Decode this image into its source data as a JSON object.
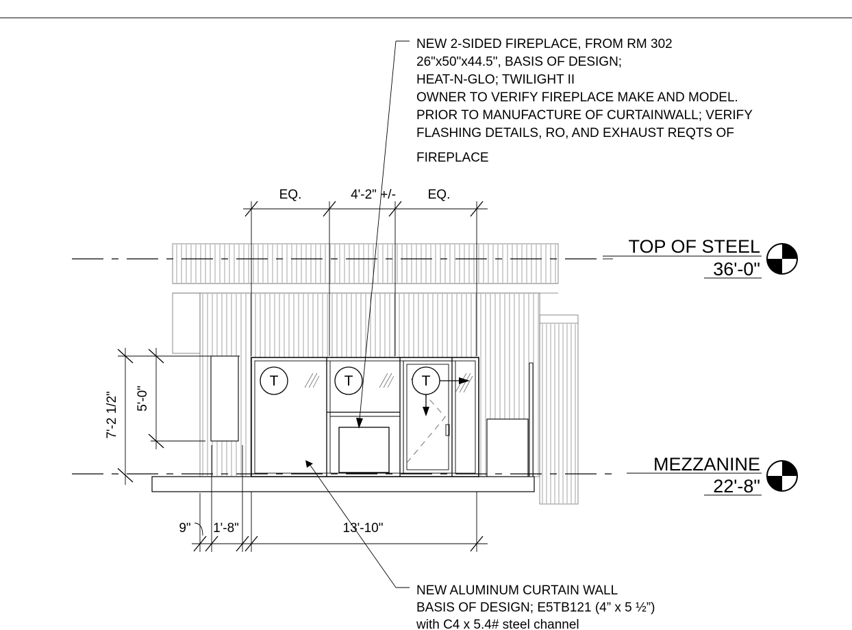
{
  "notes": {
    "fireplace": [
      "NEW 2-SIDED FIREPLACE, FROM RM 302",
      " 26\"x50\"x44.5\", BASIS OF DESIGN;",
      "HEAT-N-GLO; TWILIGHT II",
      "OWNER TO VERIFY FIREPLACE MAKE AND MODEL.",
      "PRIOR TO MANUFACTURE OF CURTAINWALL; VERIFY",
      "FLASHING DETAILS, RO,  AND EXHAUST REQTS OF",
      "FIREPLACE"
    ],
    "curtain_wall": [
      "NEW ALUMINUM CURTAIN WALL",
      "BASIS OF DESIGN; E5TB121 (4” x 5 ½”)",
      "with C4 x 5.4# steel channel"
    ]
  },
  "dimensions": {
    "eq_left": "EQ.",
    "fireplace_width": "4'-2\" +/-",
    "eq_right": "EQ.",
    "height_total": "7'-2 1/2\"",
    "height_window": "5'-0\"",
    "offset_9": "9\"",
    "offset_1_8": "1'-8\"",
    "width_total": "13'-10\""
  },
  "levels": [
    {
      "name": "TOP OF STEEL",
      "elevation": "36'-0\""
    },
    {
      "name": "MEZZANINE",
      "elevation": "22'-8\""
    }
  ],
  "tags": [
    "T",
    "T",
    "T"
  ]
}
